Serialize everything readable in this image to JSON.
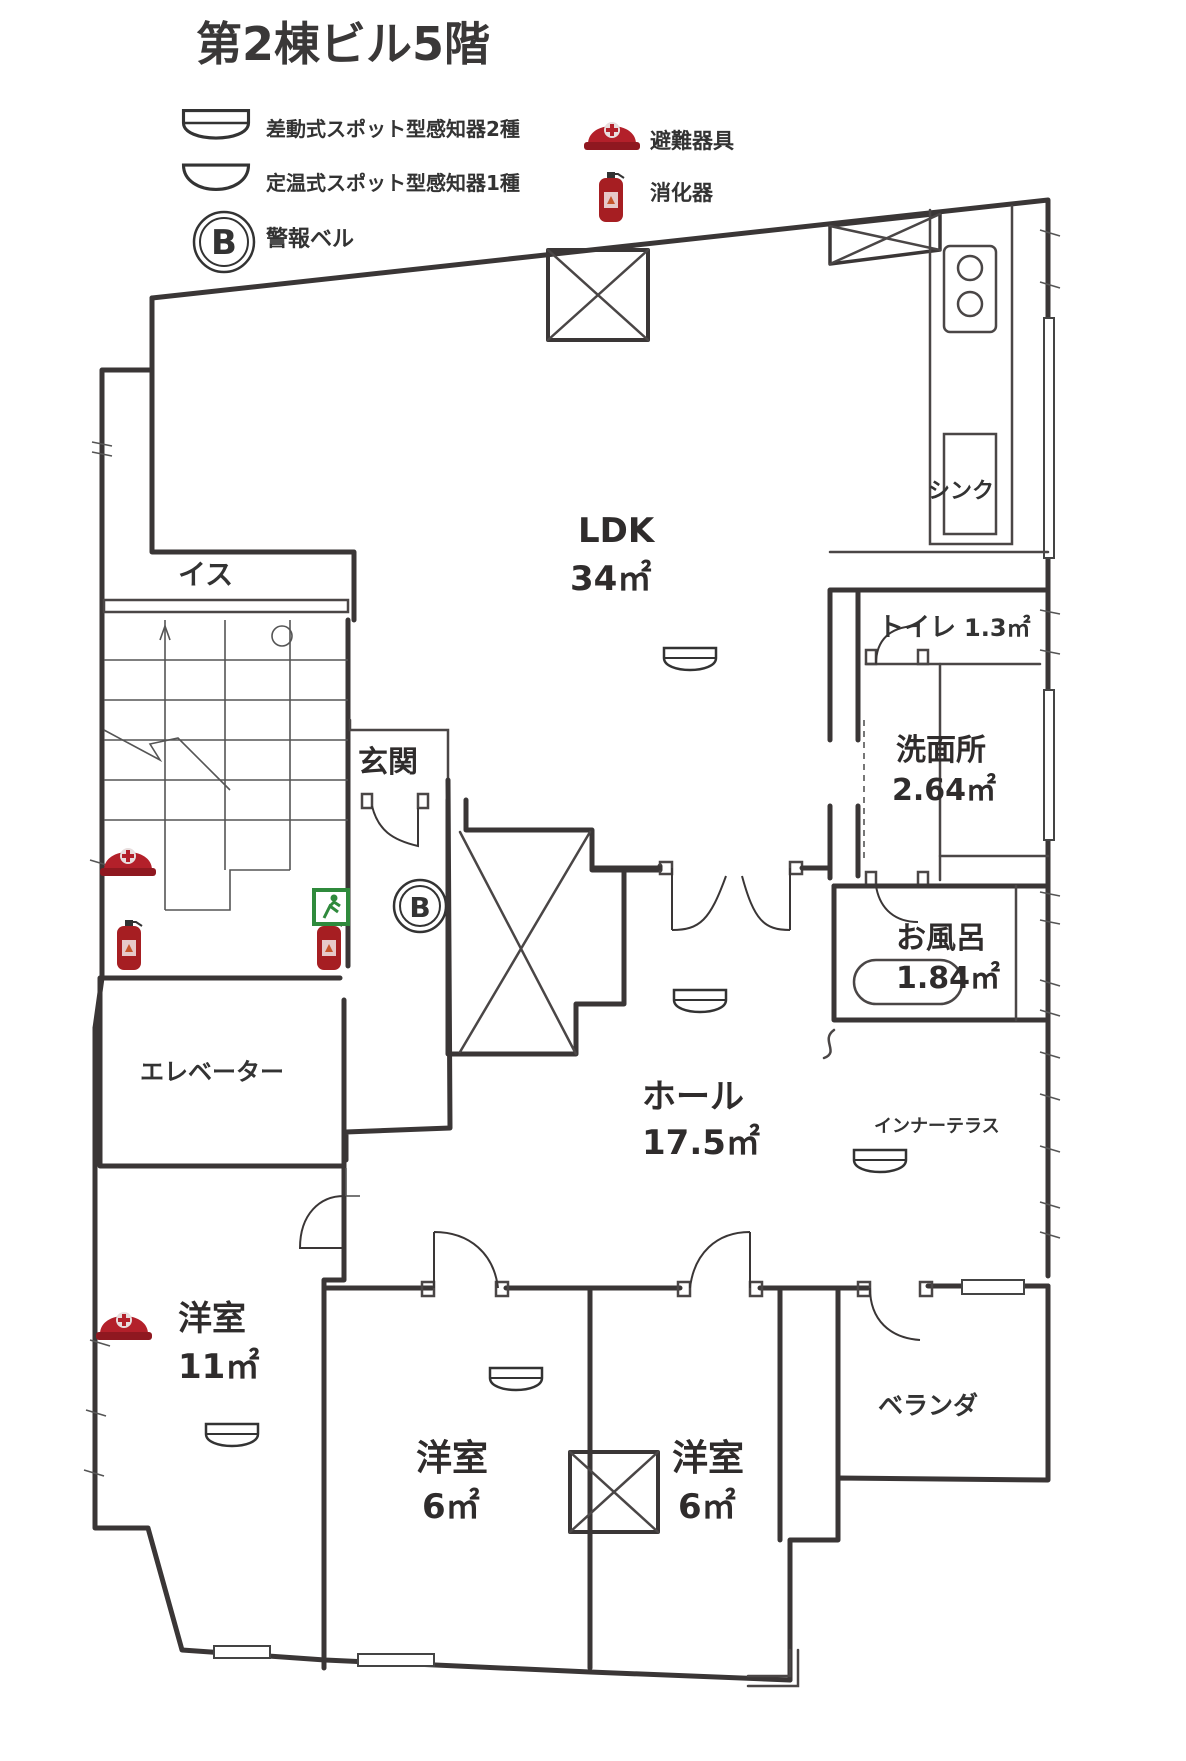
{
  "title": "第2棟ビル5階",
  "legend": {
    "diff_detector": "差動式スポット型感知器2種",
    "fixed_detector": "定温式スポット型感知器1種",
    "bell": "警報ベル",
    "bell_letter": "B",
    "escape_gear": "避難器具",
    "extinguisher": "消化器"
  },
  "rooms": {
    "ldk": {
      "name": "LDK",
      "area": "34㎡"
    },
    "hall": {
      "name": "ホール",
      "area": "17.5㎡"
    },
    "entrance": {
      "name": "玄関"
    },
    "toilet": {
      "name": "トイレ",
      "area": "1.3㎡"
    },
    "washroom": {
      "name": "洗面所",
      "area": "2.64㎡"
    },
    "bath": {
      "name": "お風呂",
      "area": "1.84㎡"
    },
    "elevator": {
      "name": "エレベーター"
    },
    "chair": {
      "name": "イス"
    },
    "sink": {
      "name": "シンク"
    },
    "inner_terrace": {
      "name": "インナーテラス"
    },
    "veranda": {
      "name": "ベランダ"
    },
    "western_left": {
      "name": "洋室",
      "area": "11㎡"
    },
    "western_mid": {
      "name": "洋室",
      "area": "6㎡"
    },
    "western_right": {
      "name": "洋室",
      "area": "6㎡"
    }
  },
  "colors": {
    "wall": "#3a3636",
    "helmet": "#b3202a",
    "extinguisher": "#a61e22",
    "exit_sign": "#2f8a3c"
  },
  "icons": [
    "detector-icon",
    "bell-icon",
    "helmet-icon",
    "extinguisher-icon",
    "exit-sign-icon"
  ]
}
